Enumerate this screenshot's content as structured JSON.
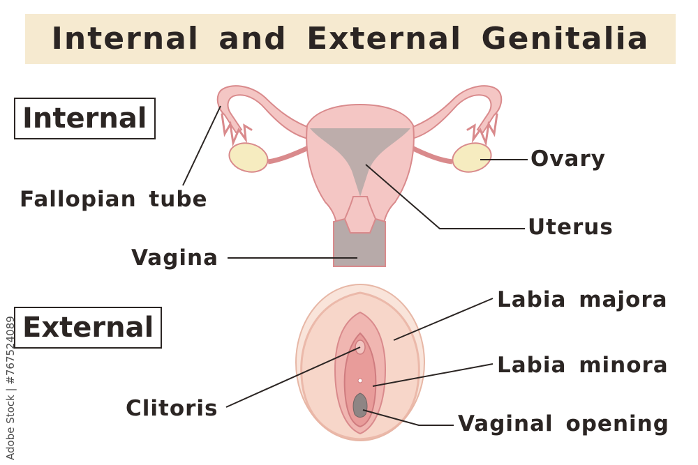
{
  "title": "Internal and External Genitalia",
  "sections": {
    "internal": "Internal",
    "external": "External"
  },
  "labels": {
    "fallopian_tube": "Fallopian tube",
    "ovary": "Ovary",
    "uterus": "Uterus",
    "vagina": "Vagina",
    "labia_majora": "Labia majora",
    "labia_minora": "Labia minora",
    "clitoris": "Clitoris",
    "vaginal_opening": "Vaginal opening"
  },
  "watermark": "Adobe Stock | #767524089",
  "colors": {
    "title_band": "#f6ead0",
    "organ_fill": "#f4c6c4",
    "organ_outline": "#d98a8c",
    "cavity": "#b7aaa9",
    "ovary": "#f6ecc0",
    "skin": "#f7d9cc",
    "ink": "#2b2523"
  }
}
